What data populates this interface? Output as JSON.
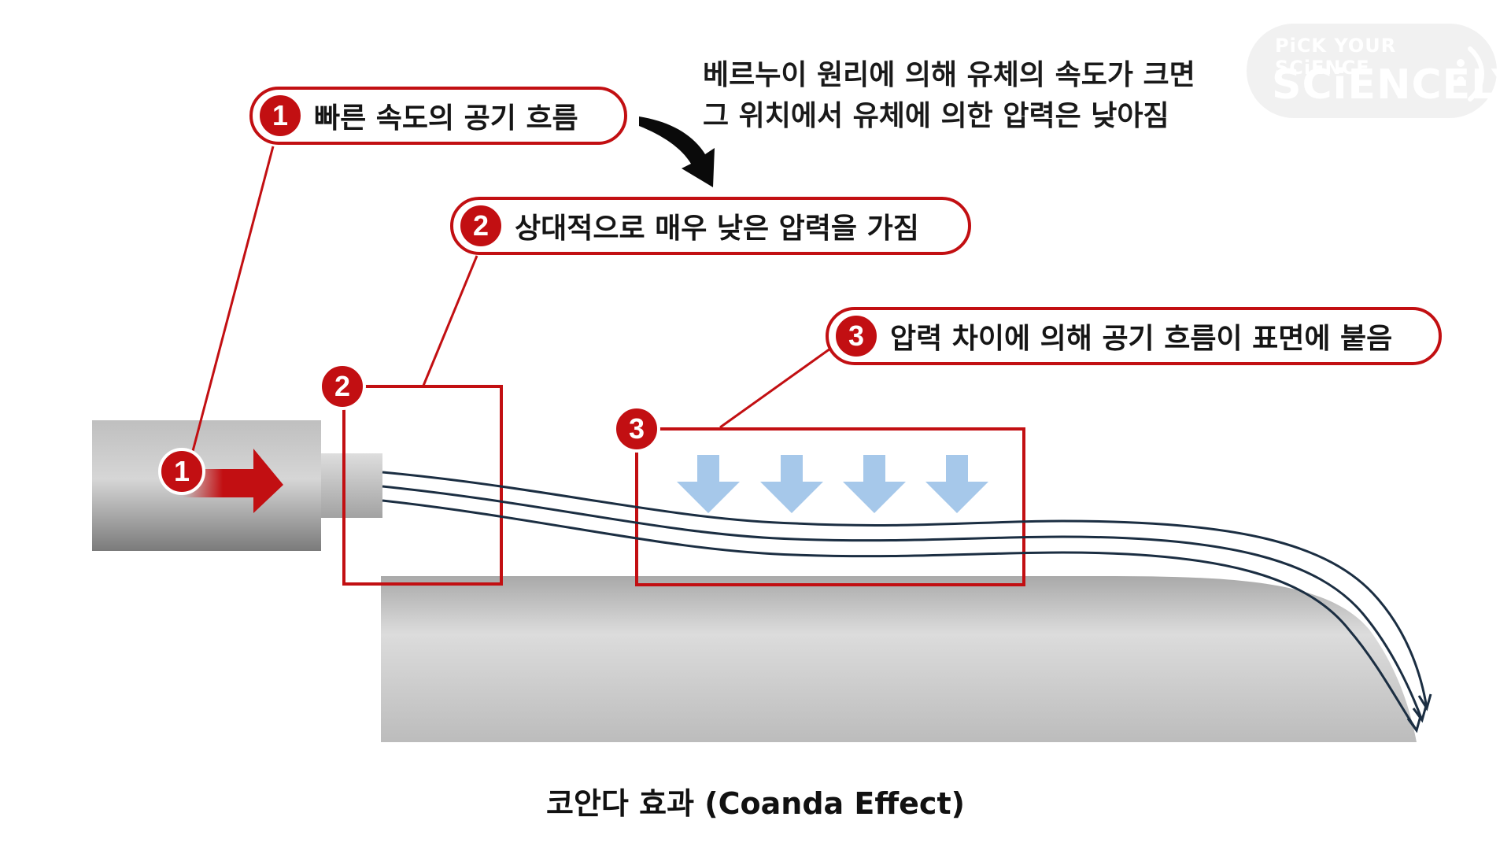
{
  "note": {
    "line1": "베르누이 원리에 의해 유체의 속도가 크면",
    "line2": "그 위치에서 유체에 의한 압력은 낮아짐"
  },
  "callouts": [
    {
      "number": "1",
      "text": "빠른 속도의 공기 흐름"
    },
    {
      "number": "2",
      "text": "상대적으로 매우 낮은 압력을 가짐"
    },
    {
      "number": "3",
      "text": "압력 차이에 의해 공기 흐름이 표면에 붙음"
    }
  ],
  "badges": {
    "pipe": "1",
    "box2": "2",
    "box3": "3"
  },
  "logo": {
    "line1": "PiCK YOUR SCiENCE",
    "line2": "SCiENCELY"
  },
  "caption": "코안다 효과 (Coanda Effect)",
  "colors": {
    "accent_red": "#c20f12",
    "pressure_arrow": "#a6c8ea",
    "streamline": "#1b2e42",
    "surface_gray": "#d4d4d4"
  }
}
